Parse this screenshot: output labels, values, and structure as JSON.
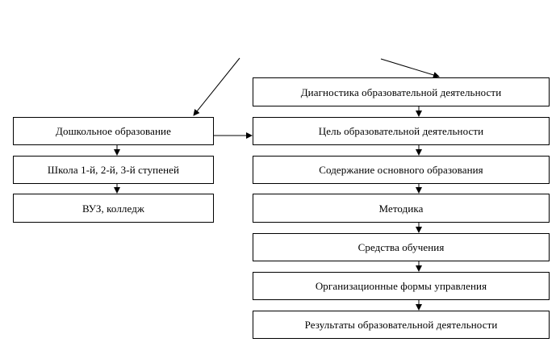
{
  "left_column": [
    {
      "label": "Дошкольное образование"
    },
    {
      "label": "Школа 1-й, 2-й, 3-й ступеней"
    },
    {
      "label": "ВУЗ, колледж"
    }
  ],
  "right_column": [
    {
      "label": "Диагностика образовательной деятельности"
    },
    {
      "label": "Цель образовательной деятельности"
    },
    {
      "label": "Содержание основного образования"
    },
    {
      "label": "Методика"
    },
    {
      "label": "Средства обучения"
    },
    {
      "label": "Организационные формы управления"
    },
    {
      "label": "Результаты образовательной деятельности"
    }
  ],
  "colors": {
    "line": "#000000",
    "box_border": "#000000",
    "background": "#ffffff",
    "text": "#000000"
  }
}
